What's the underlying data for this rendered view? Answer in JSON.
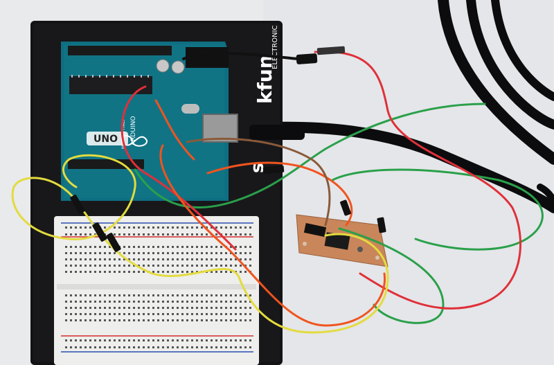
{
  "board": {
    "brand_text": "UNO",
    "maker_text": "ARDUINO",
    "made_in_text": "MADE IN ITALY"
  },
  "baseplate": {
    "brand_text": "kfun",
    "sub_text": "ELECTRONIC"
  },
  "colors": {
    "background": "#e9eaec",
    "baseplate": "#131315",
    "arduino_pcb": "#0f6f82",
    "breadboard": "#eeeeec",
    "rail_red": "#d42a2a",
    "rail_blue": "#2a4fb0",
    "custom_pcb": "#c9865a",
    "wire_red": "#e0303a",
    "wire_green": "#2aa04a",
    "wire_yellow": "#e3db3e",
    "wire_orange": "#f0541e",
    "wire_brown": "#8a5a3a",
    "usb_cable": "#0c0c0e"
  }
}
